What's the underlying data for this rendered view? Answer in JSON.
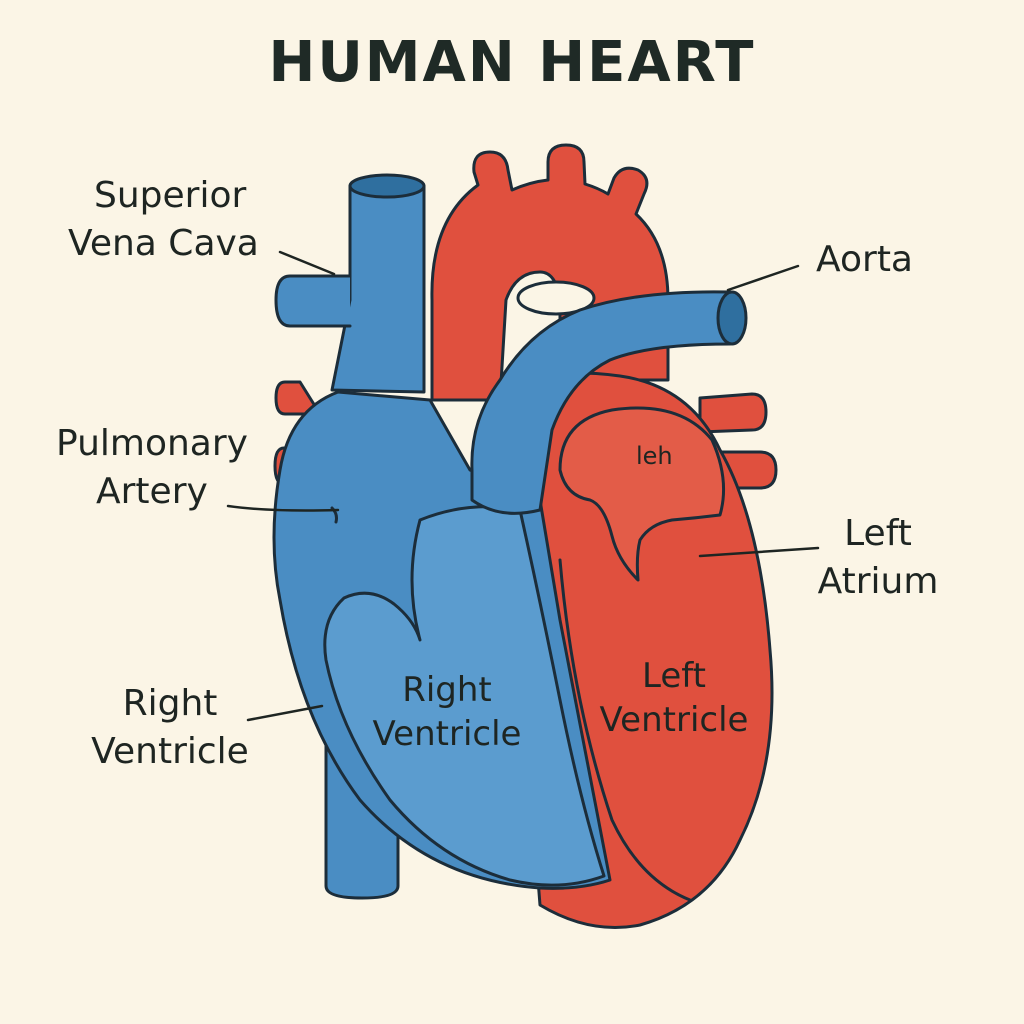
{
  "title": "HUMAN HEART",
  "labels": {
    "superior_vena_cava": [
      "Superior",
      "Vena Cava"
    ],
    "aorta": "Aorta",
    "pulmonary_artery": [
      "Pulmonary",
      "Artery"
    ],
    "left_atrium": [
      "Left",
      "Atrium"
    ],
    "right_ventricle_outer": [
      "Right",
      "Ventricle"
    ],
    "right_ventricle_inner": [
      "Right",
      "Ventricle"
    ],
    "left_ventricle": [
      "Left",
      "Ventricle"
    ],
    "small_label": "leh"
  },
  "colors": {
    "background": "#fbf5e6",
    "blue": "#4a8dc3",
    "blue_light": "#5b9ccf",
    "red": "#e0503e",
    "red_light": "#e35c48",
    "outline": "#1c2d3a"
  }
}
